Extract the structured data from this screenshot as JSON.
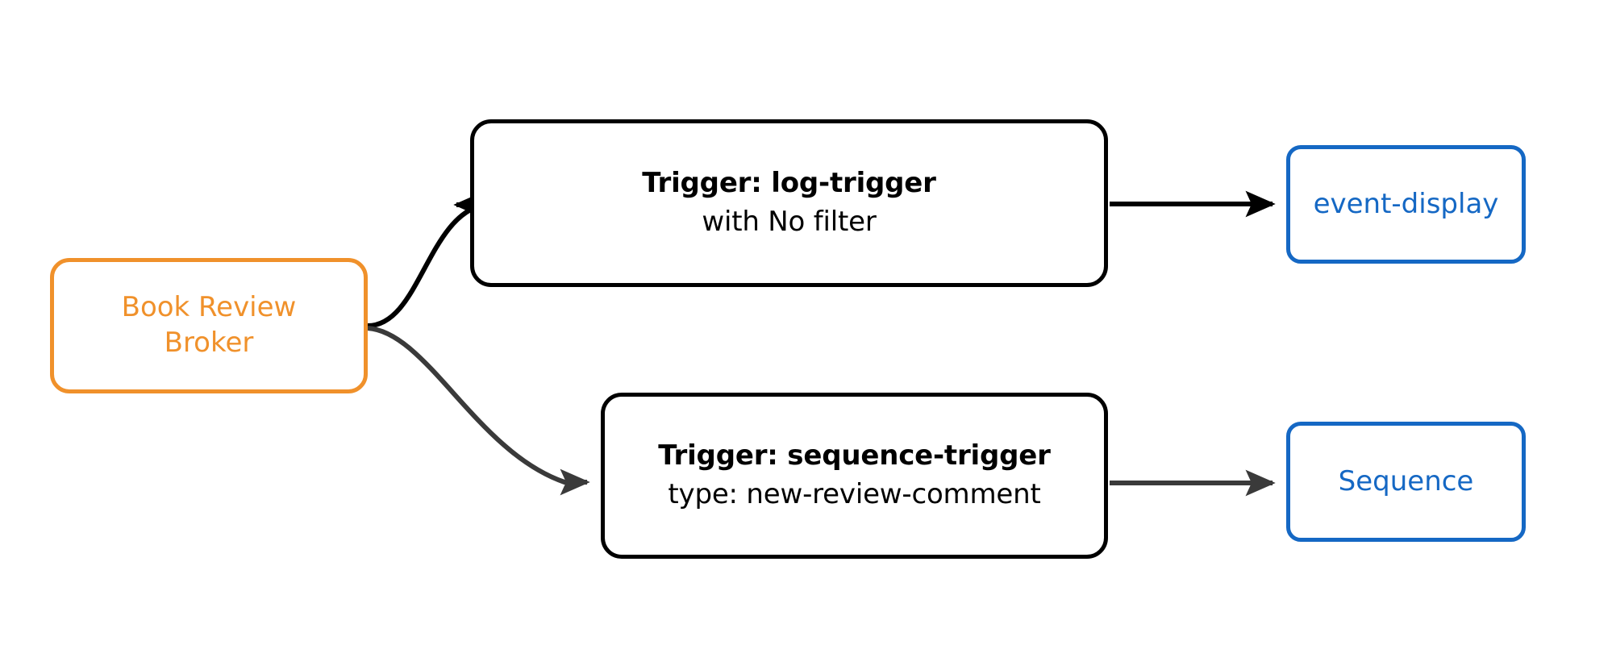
{
  "diagram": {
    "type": "event-broker-trigger-flow",
    "background_color": "#ffffff",
    "colors": {
      "broker_stroke": "#f0912b",
      "broker_text": "#f0912b",
      "trigger_stroke": "#000000",
      "trigger_text": "#000000",
      "sink_stroke": "#1568c4",
      "sink_text": "#1568c4",
      "edge_primary": "#000000",
      "edge_secondary": "#3a3a3a"
    }
  },
  "broker": {
    "name": "book-review-broker",
    "line1": "Book Review",
    "line2": "Broker"
  },
  "triggers": [
    {
      "id": "log-trigger",
      "title": "Trigger: log-trigger",
      "subtitle": "with No filter"
    },
    {
      "id": "sequence-trigger",
      "title": "Trigger: sequence-trigger",
      "subtitle": "type: new-review-comment"
    }
  ],
  "sinks": [
    {
      "id": "event-display",
      "label": "event-display"
    },
    {
      "id": "sequence",
      "label": "Sequence"
    }
  ],
  "edges": [
    {
      "id": "broker-to-log-trigger",
      "from": "book-review-broker",
      "to": "log-trigger",
      "style": "curved",
      "color": "#000000"
    },
    {
      "id": "broker-to-sequence-trigger",
      "from": "book-review-broker",
      "to": "sequence-trigger",
      "style": "curved",
      "color": "#3a3a3a"
    },
    {
      "id": "log-trigger-to-event-display",
      "from": "log-trigger",
      "to": "event-display",
      "style": "straight",
      "color": "#000000"
    },
    {
      "id": "sequence-trigger-to-sequence",
      "from": "sequence-trigger",
      "to": "sequence",
      "style": "straight",
      "color": "#3a3a3a"
    }
  ]
}
